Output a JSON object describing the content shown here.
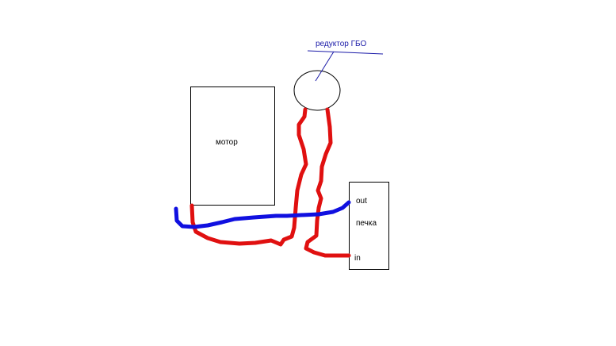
{
  "labels": {
    "motor": "мотор",
    "reducer": "редуктор ГБО",
    "heater": "печка",
    "heater_out": "out",
    "heater_in": "in"
  },
  "colors": {
    "hot_line": "#e01010",
    "cold_line": "#1010e0",
    "reducer_annotation": "#1a1aa8",
    "outline": "#000000"
  }
}
